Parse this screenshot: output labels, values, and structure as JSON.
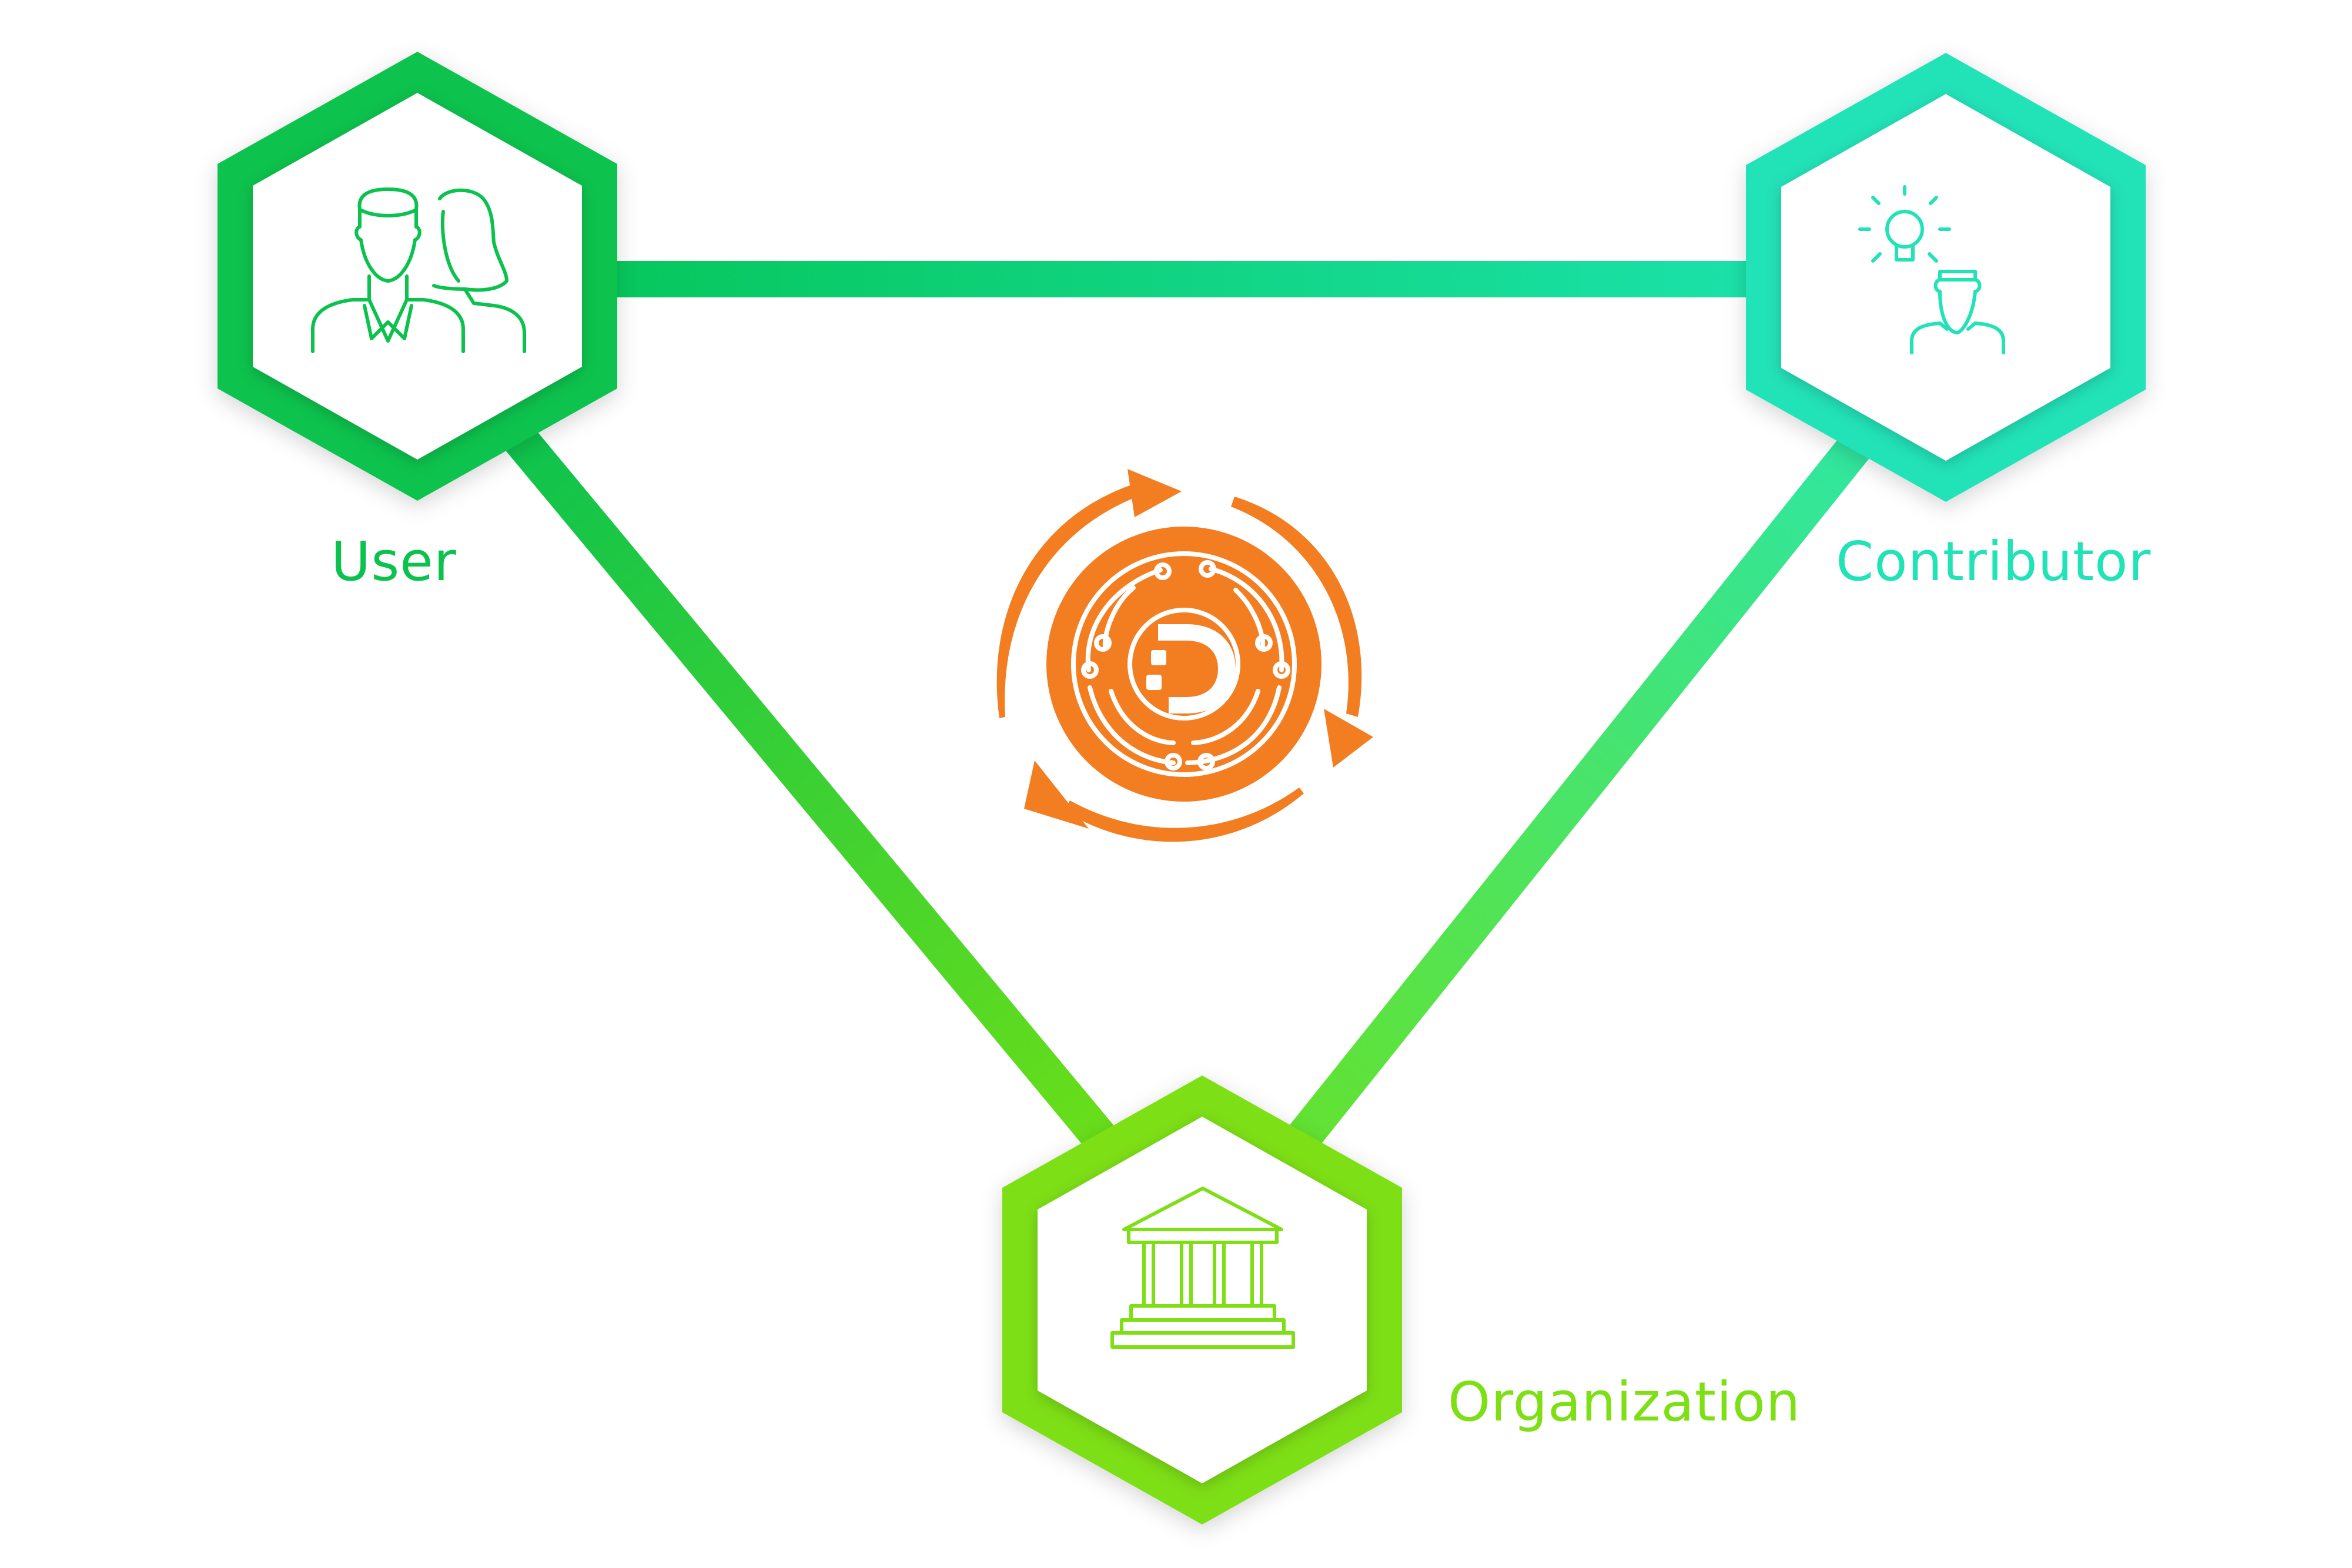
{
  "nodes": {
    "user": {
      "label": "User",
      "icon": "users-icon",
      "color": "#0CC24E"
    },
    "contributor": {
      "label": "Contributor",
      "icon": "idea-person-icon",
      "color": "#22E2B8"
    },
    "organization": {
      "label": "Organization",
      "icon": "bank-building-icon",
      "color": "#7DDF14"
    }
  },
  "center": {
    "icon": "circuit-logo-cycle-icon",
    "color": "#F37E22"
  },
  "colors": {
    "edge_user_contributor_start": "#03C24F",
    "edge_user_contributor_end": "#1EE6B6",
    "edge_user_organization_end": "#6FE016",
    "edge_contributor_organization_start": "#2EE6A3",
    "edge_contributor_organization_end": "#66E22A",
    "hex_fill": "#ffffff",
    "accent_orange": "#F37E22"
  }
}
